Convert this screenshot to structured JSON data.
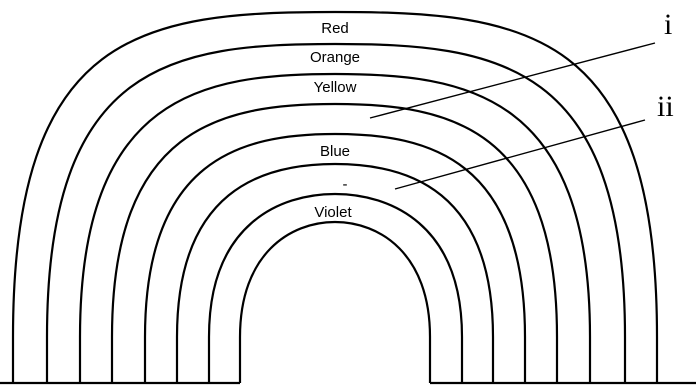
{
  "band_labels": {
    "red": "Red",
    "orange": "Orange",
    "yellow": "Yellow",
    "blue": "Blue",
    "indigo": "-",
    "violet": "Violet"
  },
  "callouts": {
    "first": "i",
    "second": "ii"
  },
  "colors": {
    "stroke": "#000000",
    "background": "#ffffff"
  }
}
